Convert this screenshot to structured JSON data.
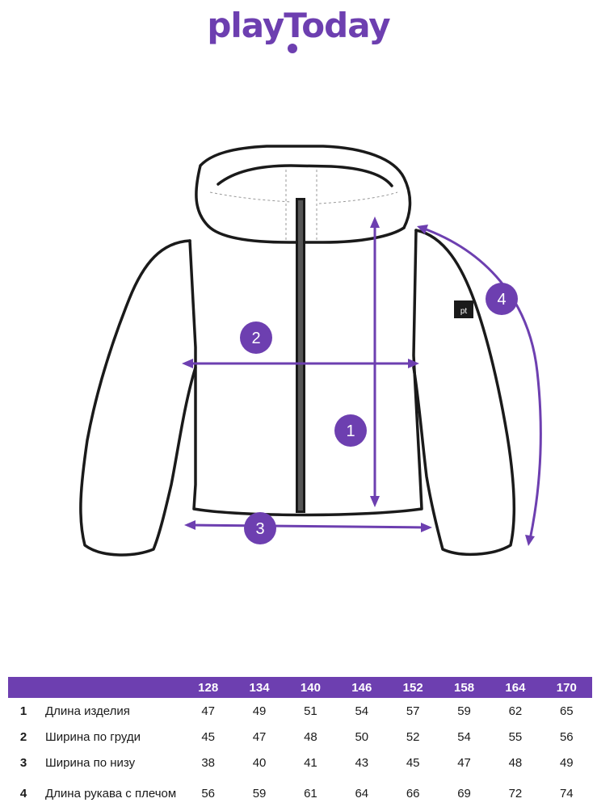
{
  "brand": {
    "name": "playToday"
  },
  "colors": {
    "accent": "#6d3fb0",
    "outline": "#1a1a1a"
  },
  "diagram": {
    "markers": [
      {
        "label": "1",
        "measure": "Длина изделия"
      },
      {
        "label": "2",
        "measure": "Ширина по груди"
      },
      {
        "label": "3",
        "measure": "Ширина по низу"
      },
      {
        "label": "4",
        "measure": "Длина рукава с плечом"
      }
    ],
    "tag_text": "pt"
  },
  "table": {
    "sizes": [
      "128",
      "134",
      "140",
      "146",
      "152",
      "158",
      "164",
      "170"
    ],
    "rows": [
      {
        "num": "1",
        "name": "Длина изделия",
        "values": [
          "47",
          "49",
          "51",
          "54",
          "57",
          "59",
          "62",
          "65"
        ]
      },
      {
        "num": "2",
        "name": "Ширина по груди",
        "values": [
          "45",
          "47",
          "48",
          "50",
          "52",
          "54",
          "55",
          "56"
        ]
      },
      {
        "num": "3",
        "name": "Ширина по низу",
        "values": [
          "38",
          "40",
          "41",
          "43",
          "45",
          "47",
          "48",
          "49"
        ]
      },
      {
        "num": "4",
        "name": "Длина рукава с плечом",
        "values": [
          "56",
          "59",
          "61",
          "64",
          "66",
          "69",
          "72",
          "74"
        ]
      }
    ]
  }
}
